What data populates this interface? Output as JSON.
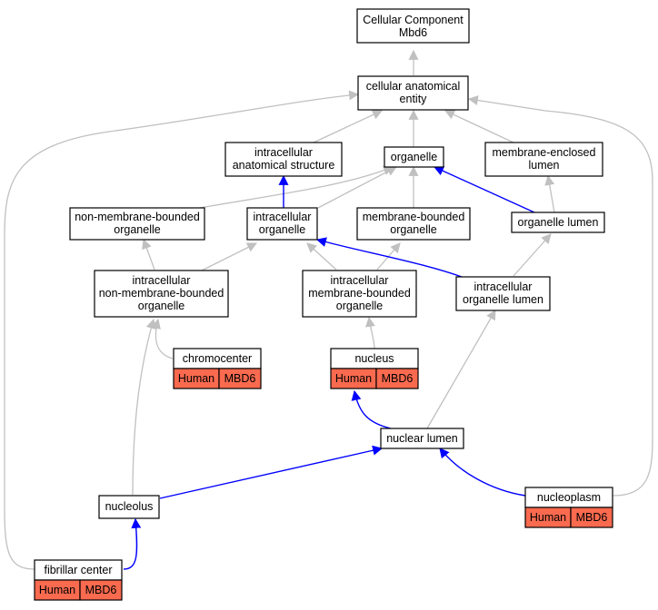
{
  "colors": {
    "is_a": "#c0c0c0",
    "part_of": "#0000ff",
    "annotation": "#f96a4f"
  },
  "nodes": {
    "root": {
      "lines": [
        "Cellular Component",
        "Mbd6"
      ]
    },
    "cae": {
      "lines": [
        "cellular anatomical",
        "entity"
      ]
    },
    "ias": {
      "lines": [
        "intracellular",
        "anatomical structure"
      ]
    },
    "organelle": {
      "lines": [
        "organelle"
      ]
    },
    "mel": {
      "lines": [
        "membrane-enclosed",
        "lumen"
      ]
    },
    "nmbo": {
      "lines": [
        "non-membrane-bounded",
        "organelle"
      ]
    },
    "io": {
      "lines": [
        "intracellular",
        "organelle"
      ]
    },
    "mbo": {
      "lines": [
        "membrane-bounded",
        "organelle"
      ]
    },
    "ol": {
      "lines": [
        "organelle lumen"
      ]
    },
    "inmbo": {
      "lines": [
        "intracellular",
        "non-membrane-bounded",
        "organelle"
      ]
    },
    "imbo": {
      "lines": [
        "intracellular",
        "membrane-bounded",
        "organelle"
      ]
    },
    "iol": {
      "lines": [
        "intracellular",
        "organelle lumen"
      ]
    },
    "chromocenter": {
      "lines": [
        "chromocenter"
      ],
      "tags": [
        "Human",
        "MBD6"
      ]
    },
    "nucleus": {
      "lines": [
        "nucleus"
      ],
      "tags": [
        "Human",
        "MBD6"
      ]
    },
    "nuclear_lumen": {
      "lines": [
        "nuclear lumen"
      ]
    },
    "nucleolus": {
      "lines": [
        "nucleolus"
      ]
    },
    "nucleoplasm": {
      "lines": [
        "nucleoplasm"
      ],
      "tags": [
        "Human",
        "MBD6"
      ]
    },
    "fibrillar_center": {
      "lines": [
        "fibrillar center"
      ],
      "tags": [
        "Human",
        "MBD6"
      ]
    }
  }
}
